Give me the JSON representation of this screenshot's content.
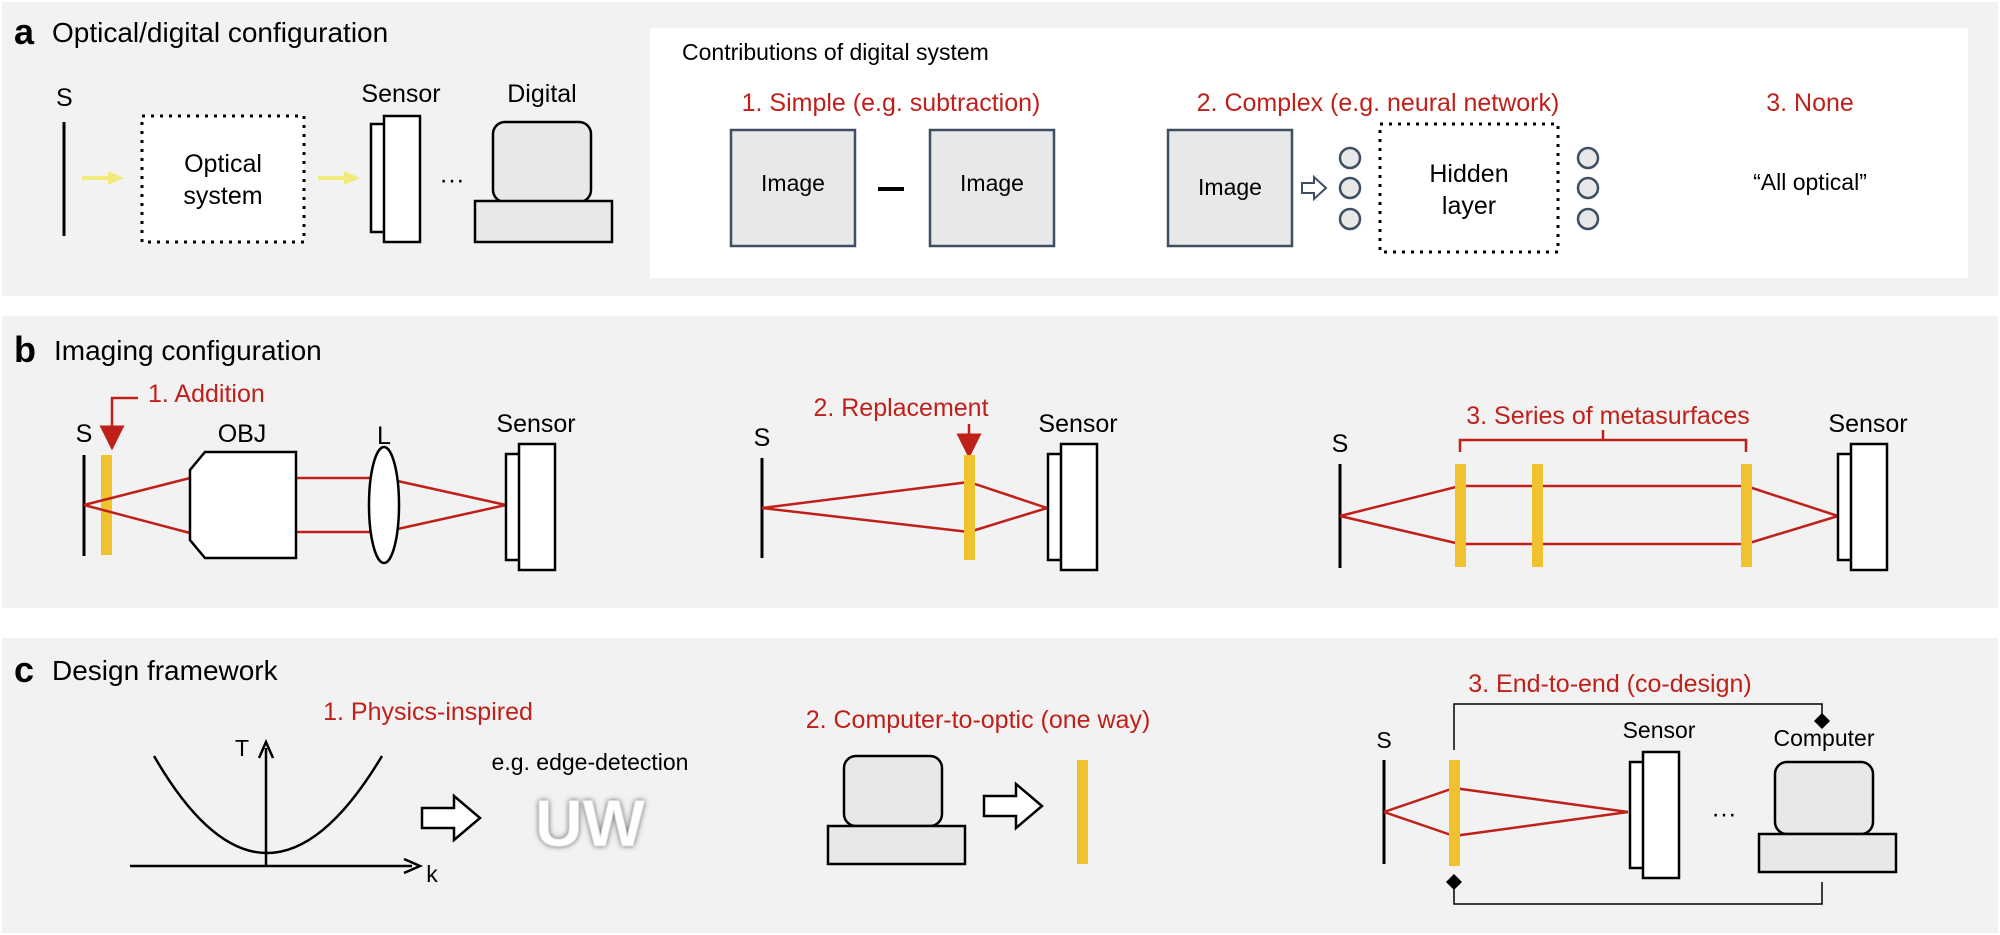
{
  "panel_a": {
    "letter": "a",
    "title": "Optical/digital configuration",
    "source_label": "S",
    "optical_box_line1": "Optical",
    "optical_box_line2": "system",
    "sensor_label": "Sensor",
    "digital_label": "Digital",
    "ellipsis": "···",
    "contributions_title": "Contributions of digital system",
    "option1": "1. Simple (e.g. subtraction)",
    "option2": "2. Complex (e.g. neural network)",
    "option3": "3. None",
    "image_label": "Image",
    "minus_sign": "–",
    "hidden_line1": "Hidden",
    "hidden_line2": "layer",
    "all_optical": "“All optical”"
  },
  "panel_b": {
    "letter": "b",
    "title": "Imaging configuration",
    "addition": "1. Addition",
    "replacement": "2. Replacement",
    "series": "3. Series of metasurfaces",
    "source_label": "S",
    "obj_label": "OBJ",
    "lens_label": "L",
    "sensor_label": "Sensor"
  },
  "panel_c": {
    "letter": "c",
    "title": "Design framework",
    "physics": "1. Physics-inspired",
    "t_axis": "T",
    "k_axis": "k",
    "edge_detection": "e.g. edge-detection",
    "uw_logo": "UW",
    "computer_to_optic": "2. Computer-to-optic (one way)",
    "end_to_end": "3. End-to-end (co-design)",
    "source_label": "S",
    "sensor_label": "Sensor",
    "computer_label": "Computer",
    "ellipsis": "···"
  },
  "colors": {
    "panel_bg": "#f2f2f2",
    "red": "#c0201a",
    "metasurface": "#f0c22f",
    "arrow_yellow": "#f0eb7a",
    "box_fill": "#e8e8e8",
    "box_stroke": "#3f4f63"
  }
}
